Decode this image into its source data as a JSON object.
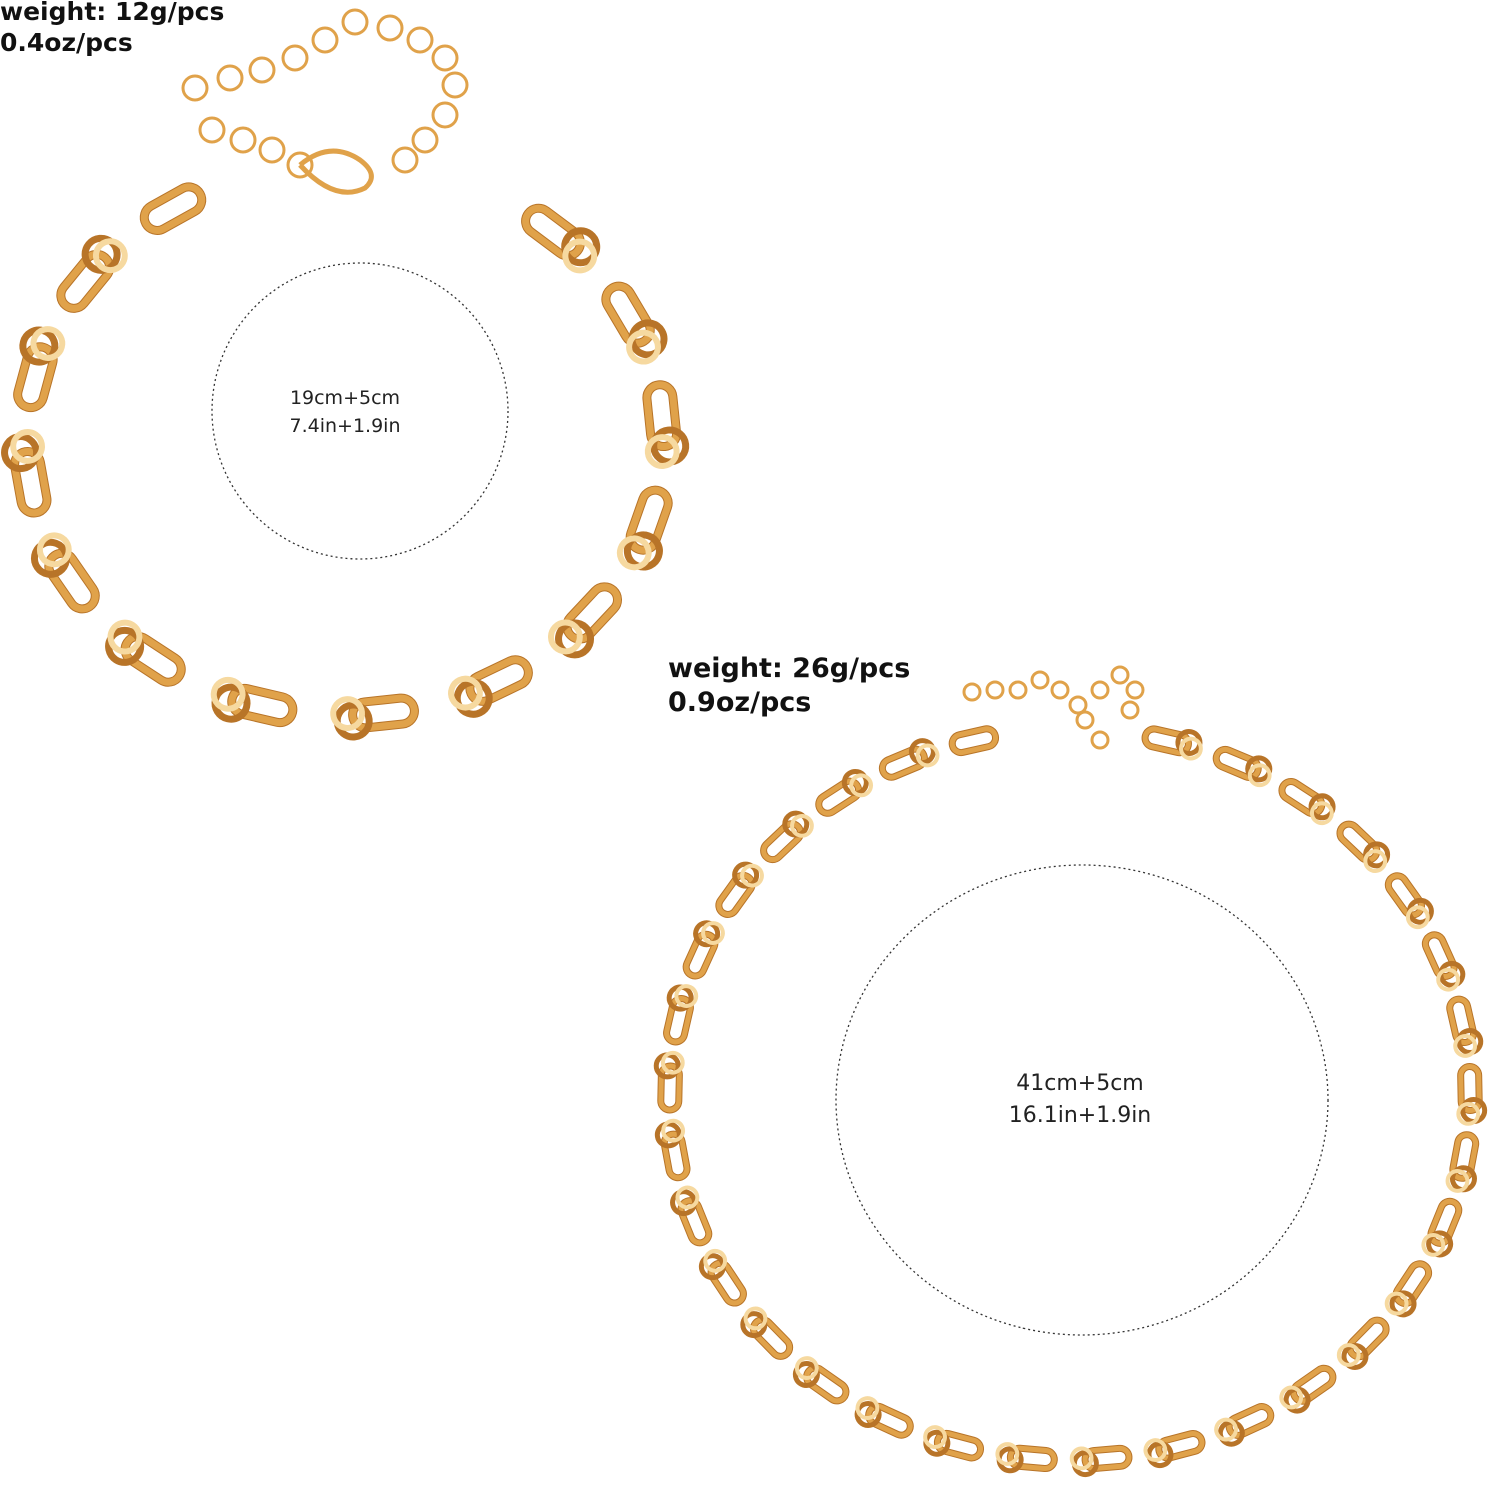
{
  "bracelet": {
    "weight": "weight: 12g/pcs",
    "weight_oz": "0.4oz/pcs",
    "size_cm": "19cm+5cm",
    "size_in": "7.4in+1.9in"
  },
  "necklace": {
    "weight": "weight: 26g/pcs",
    "weight_oz": "0.9oz/pcs",
    "size_cm": "41cm+5cm",
    "size_in": "16.1in+1.9in"
  },
  "colors": {
    "gold": "#e0a24a",
    "gold_light": "#f6d9a0",
    "gold_dark": "#b87428"
  }
}
